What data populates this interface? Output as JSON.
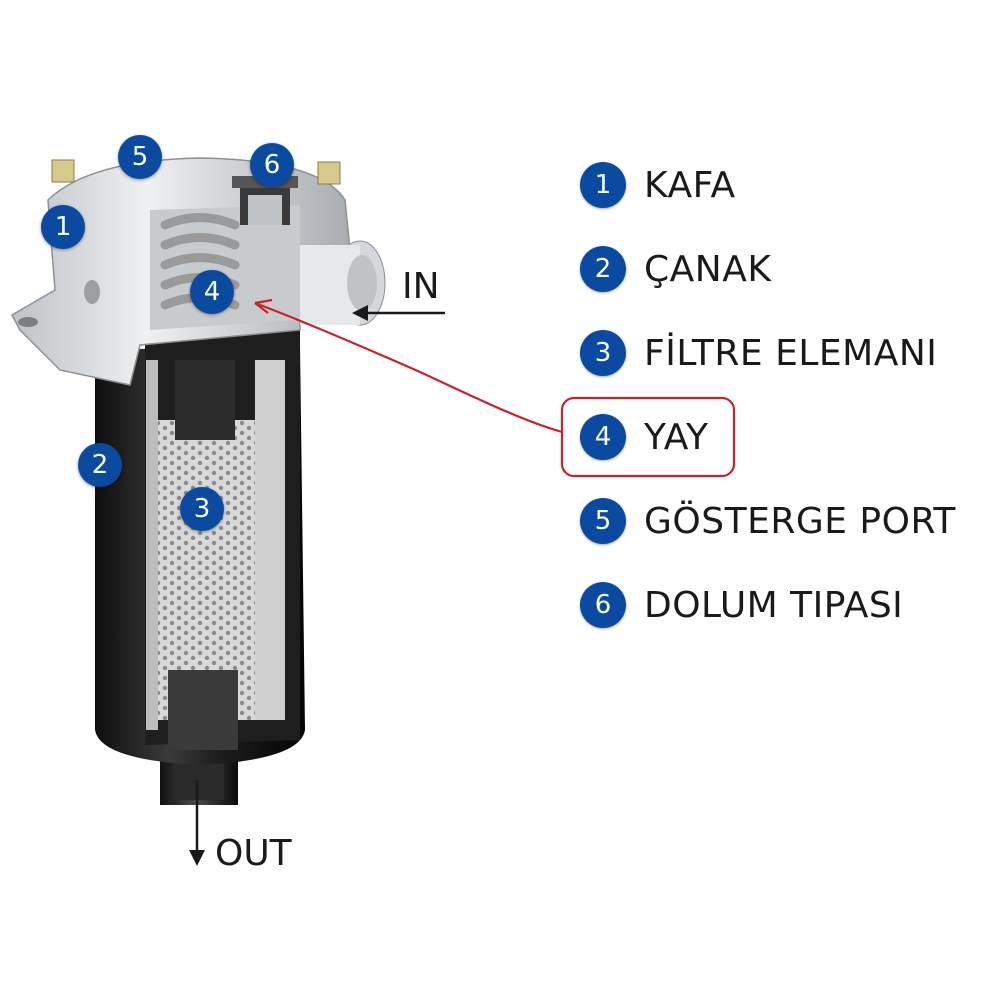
{
  "colors": {
    "badge": "#0a4aa0",
    "annotation": "#c8232c",
    "text": "#1a1a1a"
  },
  "legend": [
    {
      "num": "1",
      "label": "KAFA"
    },
    {
      "num": "2",
      "label": "ÇANAK"
    },
    {
      "num": "3",
      "label": "FİLTRE ELEMANI"
    },
    {
      "num": "4",
      "label": "YAY"
    },
    {
      "num": "5",
      "label": "GÖSTERGE PORT"
    },
    {
      "num": "6",
      "label": "DOLUM TIPASI"
    }
  ],
  "callouts": [
    "1",
    "2",
    "3",
    "4",
    "5",
    "6"
  ],
  "flow": {
    "in": "IN",
    "out": "OUT"
  },
  "highlighted_item": "4"
}
